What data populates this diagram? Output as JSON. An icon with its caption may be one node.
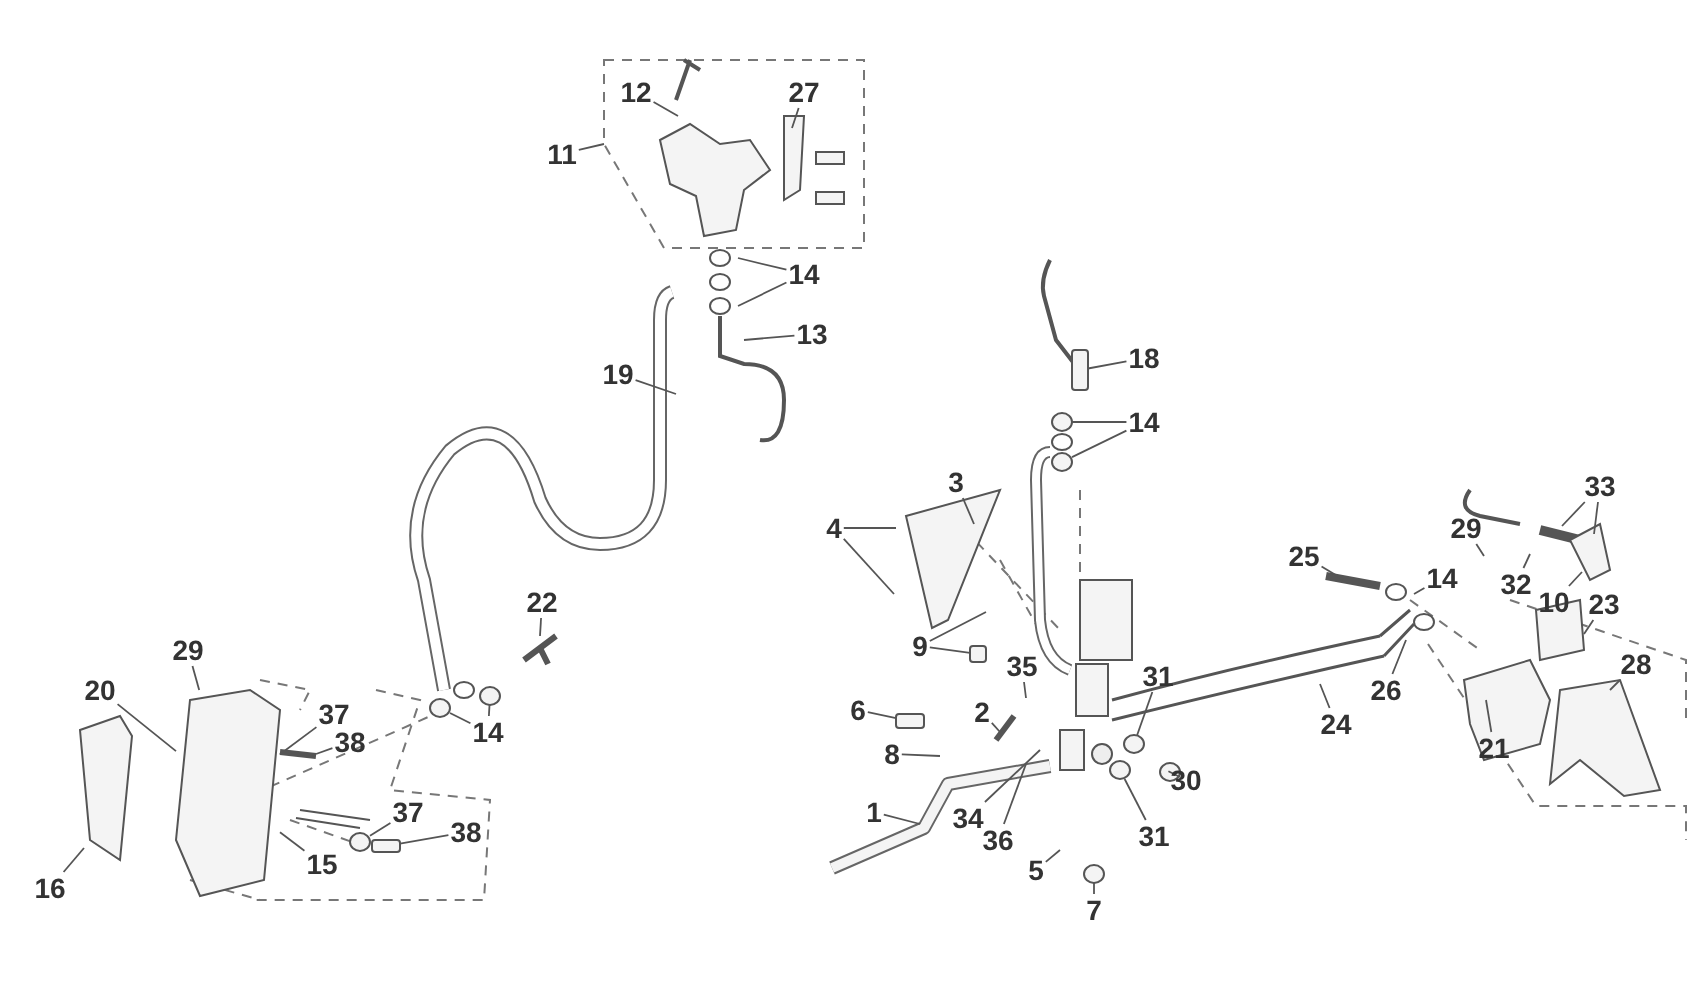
{
  "diagram": {
    "nodes": [
      {
        "text": [
          "12"
        ]
      },
      {
        "text": [
          "27"
        ]
      },
      {
        "text": [
          "11"
        ]
      },
      {
        "text": [
          "14"
        ]
      },
      {
        "text": [
          "13"
        ]
      },
      {
        "text": [
          "19"
        ]
      },
      {
        "text": [
          "18"
        ]
      },
      {
        "text": [
          "14"
        ]
      },
      {
        "text": [
          "3"
        ]
      },
      {
        "text": [
          "4"
        ]
      },
      {
        "text": [
          "33"
        ]
      },
      {
        "text": [
          "25"
        ]
      },
      {
        "text": [
          "29"
        ]
      },
      {
        "text": [
          "14"
        ]
      },
      {
        "text": [
          "32"
        ]
      },
      {
        "text": [
          "10"
        ]
      },
      {
        "text": [
          "23"
        ]
      },
      {
        "text": [
          "22"
        ]
      },
      {
        "text": [
          "9"
        ]
      },
      {
        "text": [
          "35"
        ]
      },
      {
        "text": [
          "31"
        ]
      },
      {
        "text": [
          "26"
        ]
      },
      {
        "text": [
          "28"
        ]
      },
      {
        "text": [
          "29"
        ]
      },
      {
        "text": [
          "20"
        ]
      },
      {
        "text": [
          "37"
        ]
      },
      {
        "text": [
          "38"
        ]
      },
      {
        "text": [
          "14"
        ]
      },
      {
        "text": [
          "6"
        ]
      },
      {
        "text": [
          "2"
        ]
      },
      {
        "text": [
          "8"
        ]
      },
      {
        "text": [
          "24"
        ]
      },
      {
        "text": [
          "21"
        ]
      },
      {
        "text": [
          "30"
        ]
      },
      {
        "text": [
          "1"
        ]
      },
      {
        "text": [
          "34"
        ]
      },
      {
        "text": [
          "36"
        ]
      },
      {
        "text": [
          "31"
        ]
      },
      {
        "text": [
          "37"
        ]
      },
      {
        "text": [
          "38"
        ]
      },
      {
        "text": [
          "15"
        ]
      },
      {
        "text": [
          "5"
        ]
      },
      {
        "text": [
          "16"
        ]
      },
      {
        "text": [
          "7"
        ]
      },
      {
        "text": [],
        "shape": "box"
      },
      {
        "text": [],
        "shape": "circle"
      },
      {
        "text": [],
        "shape": "circle"
      },
      {
        "text": [],
        "shape": "box"
      },
      {
        "text": [],
        "shape": "circle"
      },
      {
        "text": [],
        "shape": "picture"
      },
      {
        "text": [],
        "shape": "box"
      },
      {
        "text": [],
        "shape": "circle"
      },
      {
        "text": [],
        "shape": "circle"
      },
      {
        "text": [],
        "shape": "box"
      },
      {
        "text": [],
        "shape": "circle"
      },
      {
        "text": [],
        "shape": "circle"
      },
      {
        "text": [],
        "shape": "circle"
      },
      {
        "text": [],
        "shape": "circle"
      }
    ],
    "edges": [
      {
        "from": 0,
        "to": null,
        "arrow": "none"
      },
      {
        "from": 1,
        "to": null,
        "arrow": "none"
      },
      {
        "from": 2,
        "to": null,
        "arrow": "none"
      },
      {
        "from": 3,
        "to": null,
        "arrow": "none"
      },
      {
        "from": 3,
        "to": null,
        "arrow": "none"
      },
      {
        "from": 4,
        "to": null,
        "arrow": "none"
      },
      {
        "from": 5,
        "to": null,
        "arrow": "none"
      },
      {
        "from": 6,
        "to": 44,
        "arrow": "none"
      },
      {
        "from": 7,
        "to": 45,
        "arrow": "none"
      },
      {
        "from": 7,
        "to": 46,
        "arrow": "none"
      },
      {
        "from": 8,
        "to": null,
        "arrow": "none"
      },
      {
        "from": 9,
        "to": null,
        "arrow": "none"
      },
      {
        "from": 9,
        "to": null,
        "arrow": "none"
      },
      {
        "from": 10,
        "to": null,
        "arrow": "none"
      },
      {
        "from": 10,
        "to": null,
        "arrow": "none"
      },
      {
        "from": 11,
        "to": null,
        "arrow": "none"
      },
      {
        "from": 12,
        "to": null,
        "arrow": "none"
      },
      {
        "from": 13,
        "to": null,
        "arrow": "none"
      },
      {
        "from": 14,
        "to": null,
        "arrow": "none"
      },
      {
        "from": 15,
        "to": null,
        "arrow": "none"
      },
      {
        "from": 16,
        "to": null,
        "arrow": "none"
      },
      {
        "from": 17,
        "to": null,
        "arrow": "none"
      },
      {
        "from": 18,
        "to": null,
        "arrow": "none"
      },
      {
        "from": 18,
        "to": 47,
        "arrow": "none"
      },
      {
        "from": 19,
        "to": null,
        "arrow": "none"
      },
      {
        "from": 20,
        "to": 48,
        "arrow": "none"
      },
      {
        "from": 21,
        "to": null,
        "arrow": "none"
      },
      {
        "from": 22,
        "to": null,
        "arrow": "none"
      },
      {
        "from": 23,
        "to": 49,
        "arrow": "none"
      },
      {
        "from": 24,
        "to": 49,
        "arrow": "none"
      },
      {
        "from": 25,
        "to": 49,
        "arrow": "none"
      },
      {
        "from": 26,
        "to": null,
        "arrow": "none"
      },
      {
        "from": 27,
        "to": 56,
        "arrow": "none"
      },
      {
        "from": 27,
        "to": 57,
        "arrow": "none"
      },
      {
        "from": 28,
        "to": 50,
        "arrow": "none"
      },
      {
        "from": 29,
        "to": null,
        "arrow": "none"
      },
      {
        "from": 30,
        "to": null,
        "arrow": "none"
      },
      {
        "from": 31,
        "to": null,
        "arrow": "none"
      },
      {
        "from": 32,
        "to": null,
        "arrow": "none"
      },
      {
        "from": 33,
        "to": 55,
        "arrow": "none"
      },
      {
        "from": 34,
        "to": null,
        "arrow": "none"
      },
      {
        "from": 35,
        "to": null,
        "arrow": "none"
      },
      {
        "from": 36,
        "to": null,
        "arrow": "none"
      },
      {
        "from": 37,
        "to": 51,
        "arrow": "none"
      },
      {
        "from": 38,
        "to": 52,
        "arrow": "none"
      },
      {
        "from": 39,
        "to": 53,
        "arrow": "none"
      },
      {
        "from": 40,
        "to": 49,
        "arrow": "none"
      },
      {
        "from": 41,
        "to": null,
        "arrow": "none"
      },
      {
        "from": 42,
        "to": null,
        "arrow": "none"
      },
      {
        "from": 43,
        "to": 54,
        "arrow": "none"
      }
    ]
  }
}
